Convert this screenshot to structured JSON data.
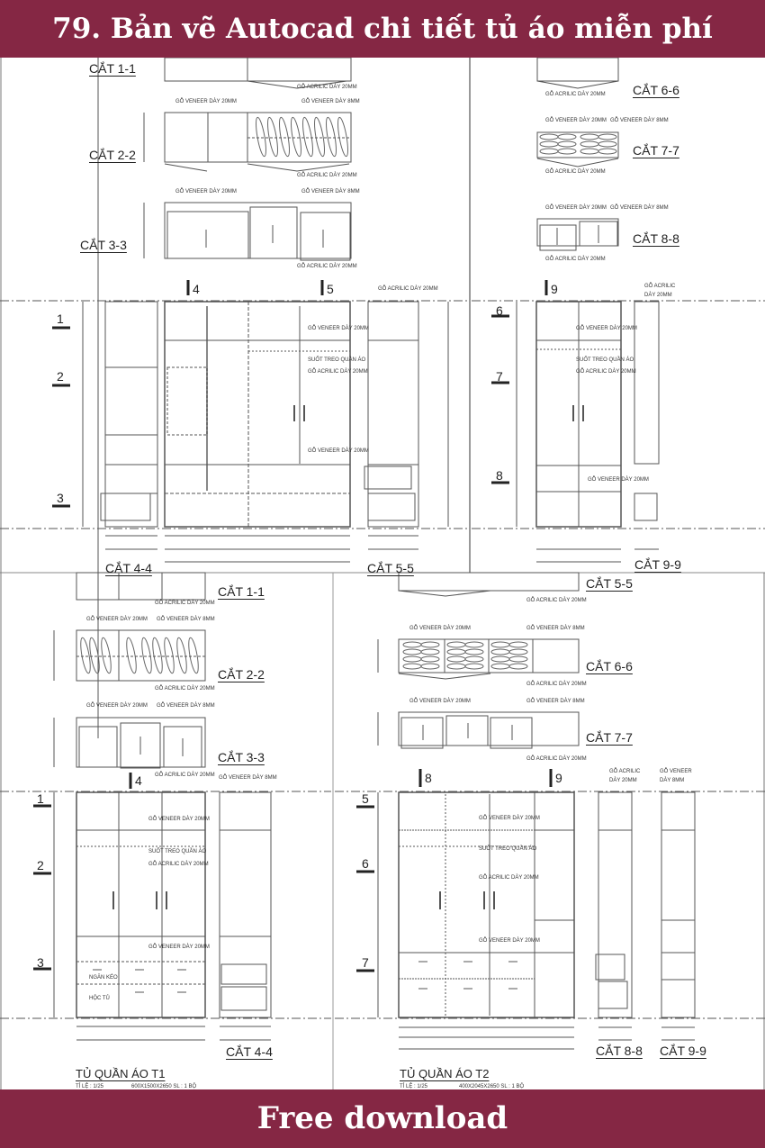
{
  "header": {
    "title": "79. Bản vẽ Autocad chi tiết tủ áo miễn phí",
    "background_color": "#852744",
    "text_color": "#ffffff"
  },
  "footer": {
    "label": "Free download",
    "background_color": "#852744"
  },
  "drawing": {
    "top_left": {
      "sections": [
        "CẮT 1-1",
        "CẮT 2-2",
        "CẮT 3-3"
      ],
      "elevation_cuts": [
        "CẮT 4-4",
        "CẮT 5-5"
      ],
      "row_markers": [
        "1",
        "2",
        "3"
      ],
      "section_markers": [
        "4",
        "5"
      ]
    },
    "top_right": {
      "sections": [
        "CẮT 6-6",
        "CẮT 7-7",
        "CẮT 8-8"
      ],
      "elevation_cuts": [
        "CẮT 9-9"
      ],
      "row_markers": [
        "6",
        "7",
        "8"
      ],
      "section_markers": [
        "9"
      ]
    },
    "bottom_left": {
      "sections": [
        "CẮT 1-1",
        "CẮT 2-2",
        "CẮT 3-3"
      ],
      "elevation_cuts": [
        "CẮT 4-4"
      ],
      "row_markers": [
        "1",
        "2",
        "3"
      ],
      "section_markers": [
        "4"
      ],
      "inner_labels": [
        "NGĂN KÉO",
        "HỘC TỦ"
      ],
      "title": "TỦ QUẦN ÁO T1",
      "scale": "TỈ LỆ : 1/25",
      "spec": "600X1500X2650  SL : 1 BỘ"
    },
    "bottom_right": {
      "sections": [
        "CẮT 5-5",
        "CẮT 6-6",
        "CẮT 7-7"
      ],
      "elevation_cuts": [
        "CẮT 8-8",
        "CẮT 9-9"
      ],
      "row_markers": [
        "5",
        "6",
        "7"
      ],
      "section_markers": [
        "8",
        "9"
      ],
      "title": "TỦ QUẦN ÁO T2",
      "scale": "TỈ LỆ : 1/25",
      "spec": "400X2045X2650  SL : 1 BỘ"
    },
    "notes": {
      "veneer_20": "GỖ VENEER DÀY 20MM",
      "veneer_8": "GỖ VENEER DÀY 8MM",
      "acrylic_20": "GỖ ACRILIC DÀY 20MM",
      "hanger": "SUỐT TREO QUẦN ÁO",
      "acrylic_short_1": "GỖ ACRILIC",
      "acrylic_short_2": "DÀY 20MM",
      "veneer_short_1": "GỖ VENEER",
      "veneer_short_2": "DÀY 8MM"
    }
  }
}
